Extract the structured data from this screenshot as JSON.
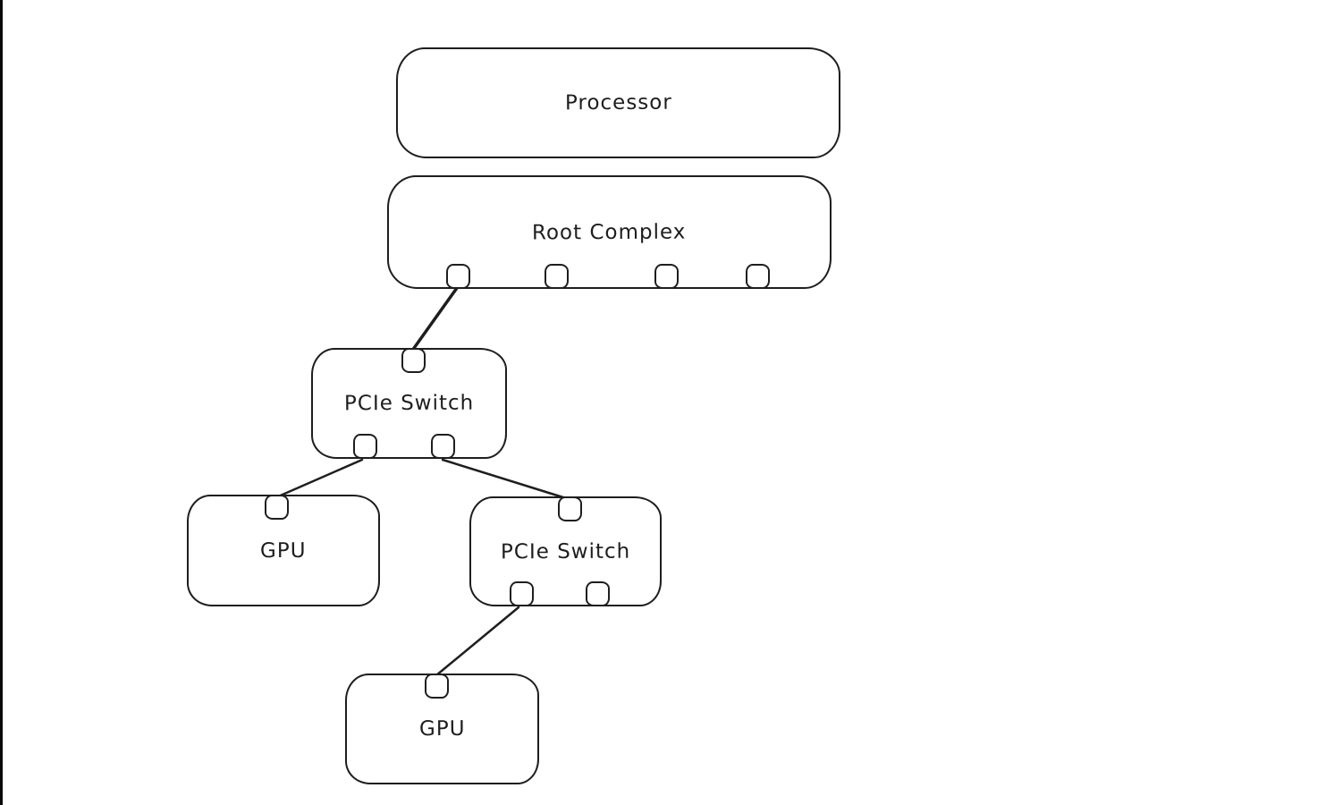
{
  "page": {
    "background_color": "#ffffff",
    "left_edge_strip_color": "#0a0a0a"
  },
  "diagram": {
    "style": "hand-drawn",
    "stroke_color": "#1e1e1e",
    "nodes": [
      {
        "id": "processor",
        "label": "Processor",
        "ports_top": 0,
        "ports_bottom": 0
      },
      {
        "id": "root-complex",
        "label": "Root Complex",
        "ports_top": 0,
        "ports_bottom": 4
      },
      {
        "id": "pcie-switch-1",
        "label": "PCIe Switch",
        "ports_top": 1,
        "ports_bottom": 2
      },
      {
        "id": "gpu-1",
        "label": "GPU",
        "ports_top": 1,
        "ports_bottom": 0
      },
      {
        "id": "pcie-switch-2",
        "label": "PCIe Switch",
        "ports_top": 1,
        "ports_bottom": 2
      },
      {
        "id": "gpu-2",
        "label": "GPU",
        "ports_top": 1,
        "ports_bottom": 0
      }
    ],
    "edges": [
      {
        "from": "root-complex:bottom-port-1",
        "to": "pcie-switch-1:top-port"
      },
      {
        "from": "pcie-switch-1:bottom-port-1",
        "to": "gpu-1:top-port"
      },
      {
        "from": "pcie-switch-1:bottom-port-2",
        "to": "pcie-switch-2:top-port"
      },
      {
        "from": "pcie-switch-2:bottom-port-1",
        "to": "gpu-2:top-port"
      }
    ]
  }
}
